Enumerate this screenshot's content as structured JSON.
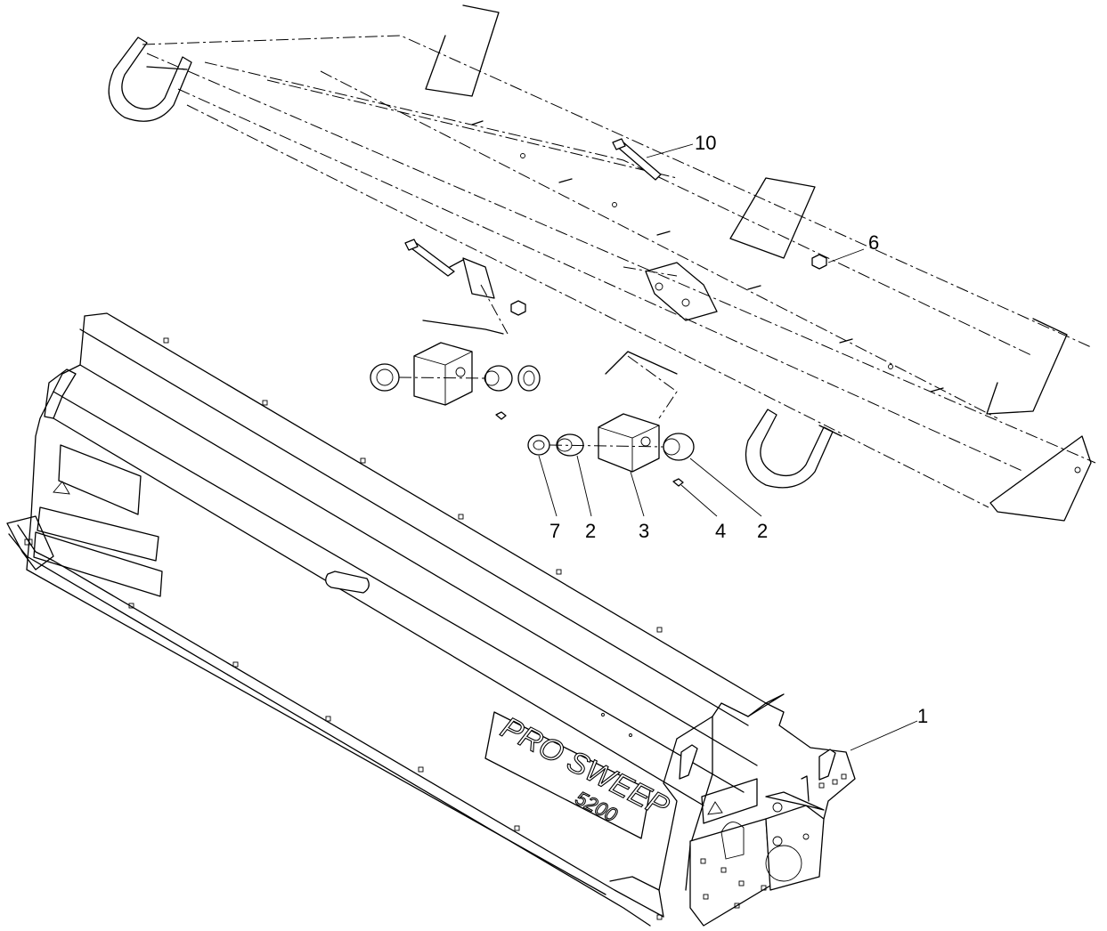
{
  "callouts": {
    "c1": "1",
    "c2a": "2",
    "c2b": "2",
    "c3": "3",
    "c4": "4",
    "c6": "6",
    "c7": "7",
    "c10": "10"
  },
  "logo": {
    "line1": "PRO SWEEP",
    "line2": "5200"
  }
}
